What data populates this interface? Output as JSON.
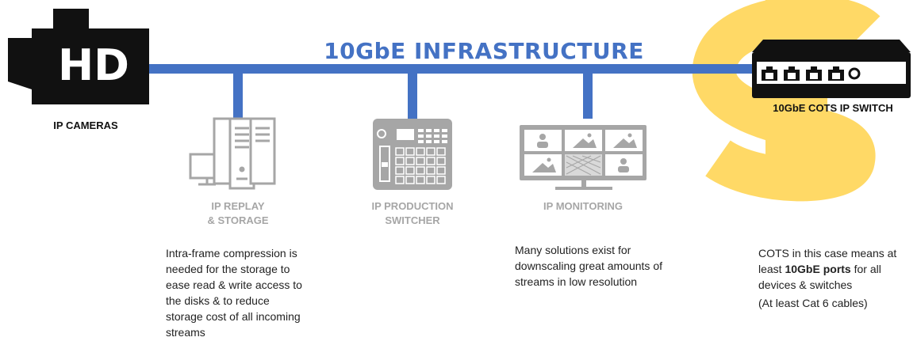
{
  "title": "10GbE INFRASTRUCTURE",
  "camera": {
    "icon_text": "HD",
    "label": "IP CAMERAS"
  },
  "switch": {
    "label": "10GbE COTS IP SWITCH"
  },
  "devices": [
    {
      "line1": "IP REPLAY",
      "line2": "& STORAGE"
    },
    {
      "line1": "IP PRODUCTION",
      "line2": "SWITCHER"
    },
    {
      "line1": "IP MONITORING",
      "line2": ""
    }
  ],
  "notes": {
    "replay": "Intra-frame compression is needed for the storage to ease read & write access to the disks & to reduce storage cost of all incoming streams",
    "monitoring": "Many solutions exist for downscaling great amounts of streams in low resolution",
    "cots_pre": "COTS in this case means at least ",
    "cots_bold": "10GbE ports",
    "cots_post": " for all devices & switches",
    "cables": "(At least Cat 6 cables)"
  },
  "colors": {
    "line": "#4472C4",
    "dollar": "#FFD966",
    "device_grey": "#A6A6A6",
    "icon_dark": "#111111"
  },
  "icons": [
    "hd-camera-icon",
    "ip-switch-icon",
    "dollar-sign-icon",
    "replay-storage-icon",
    "production-switcher-icon",
    "monitoring-icon"
  ]
}
